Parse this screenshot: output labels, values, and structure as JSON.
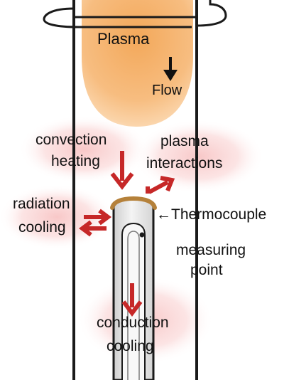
{
  "labels": {
    "plasma": "Plasma",
    "flow": "Flow",
    "convection_line1": "convection",
    "convection_line2": "heating",
    "plasma_interactions_line1": "plasma",
    "plasma_interactions_line2": "interactions",
    "radiation_line1": "radiation",
    "radiation_line2": "cooling",
    "thermocouple": "←Thermocouple",
    "measuring_line1": "measuring",
    "measuring_line2": "point",
    "conduction_line1": "conduction",
    "conduction_line2": "cooling"
  },
  "colors": {
    "plasma_fill": "#f6b36b",
    "glow": "#f4a6a6",
    "arrow_red": "#c62828",
    "tube_outline": "#1a1a1a",
    "cap": "#b5813a",
    "probe_fill": "#e4e4e4"
  }
}
